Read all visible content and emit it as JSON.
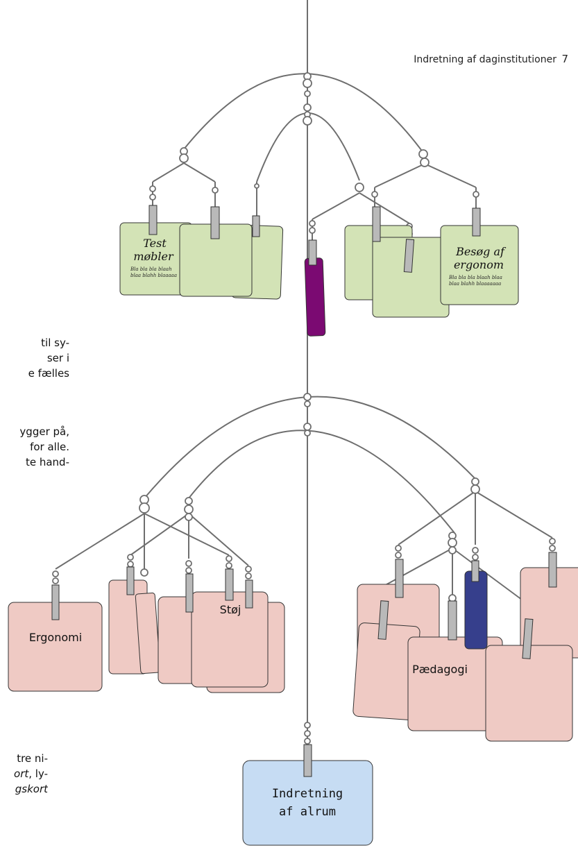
{
  "page": {
    "header": "Indretning af daginstitutioner",
    "page_number": "7"
  },
  "body_text_fragments": [
    {
      "id": "frag-1",
      "lines": [
        "til sy-",
        "ser i",
        "e fælles"
      ]
    },
    {
      "id": "frag-2",
      "lines": [
        "ygger på,",
        "for alle.",
        "te hand-"
      ]
    },
    {
      "id": "frag-3",
      "lines": [
        "tre ni-",
        "ort, ly-",
        "gskort"
      ]
    }
  ],
  "frag3_italic": {
    "word1": "ort",
    "word2": "gskort"
  },
  "cards": {
    "green": [
      {
        "id": "test-mobler",
        "title_line1": "Test",
        "title_line2": "møbler",
        "sub_line1": "Bla bla bla blaah",
        "sub_line2": "blaa blahh blaaaaa"
      },
      {
        "id": "besog-ergonom",
        "title_line1": "Besøg af",
        "title_line2": "ergonom",
        "sub_line1": "Bla bla bla blaah blaa",
        "sub_line2": "blaa blahh blaaaaaaa"
      }
    ],
    "pink": [
      {
        "id": "ergonomi",
        "title": "Ergonomi"
      },
      {
        "id": "stoj",
        "title": "Støj"
      },
      {
        "id": "paedagogi",
        "title": "Pædagogi"
      }
    ],
    "base": {
      "line1": "Indretning",
      "line2": "af alrum"
    }
  },
  "colors": {
    "green_card": "#d3e3b6",
    "pink_card": "#efcac4",
    "blue_card": "#c6dcf3",
    "purple_tab": "#7b0a72",
    "navy_tab": "#363f8c",
    "wire": "#6e6e6e",
    "clip": "#b9b9b9"
  }
}
